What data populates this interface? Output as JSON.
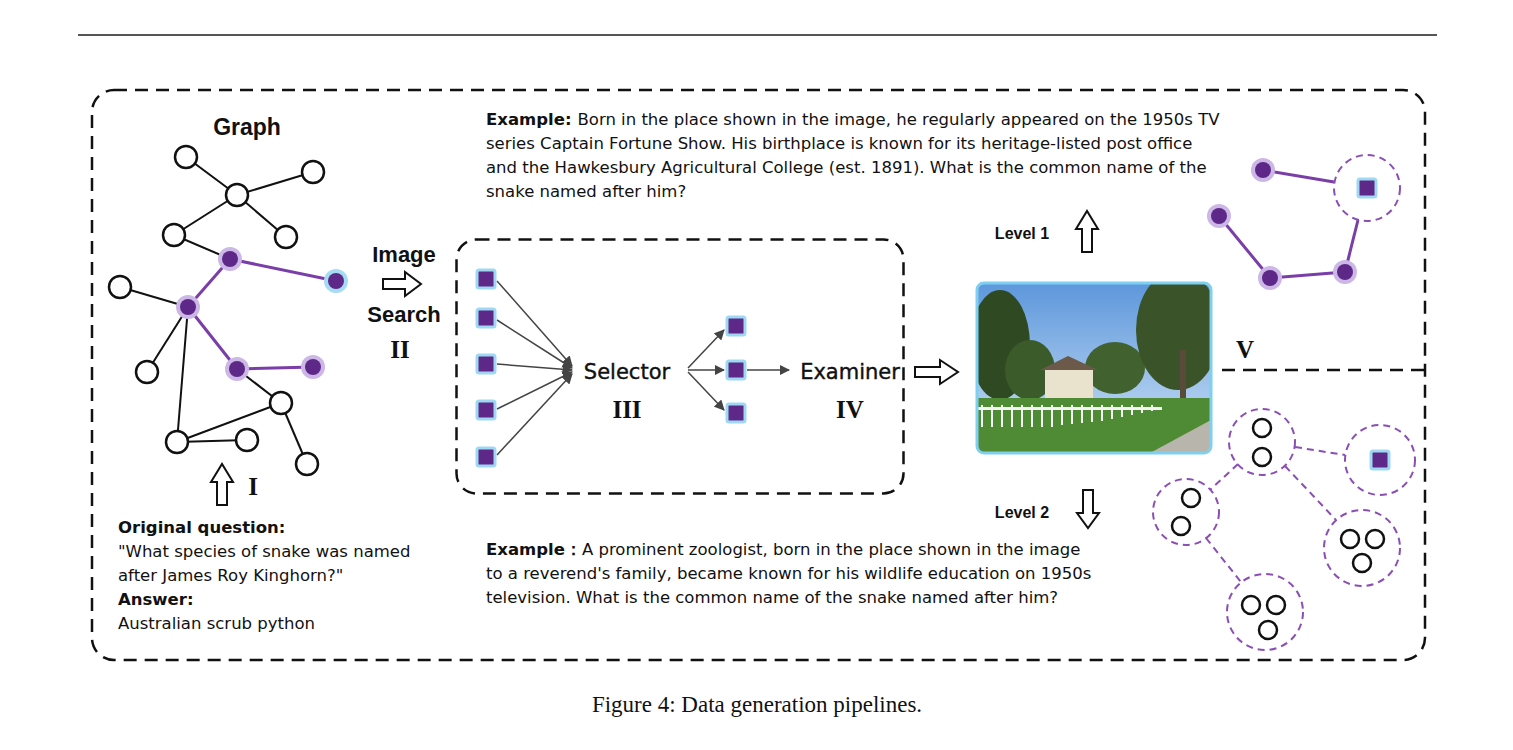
{
  "diagram": {
    "caption": "Figure 4: Data generation pipelines.",
    "nodes": [
      {
        "text": [
          "Selector",
          "III",
          "Examiner",
          "IV"
        ]
      }
    ],
    "labels": [
      "Graph",
      "I",
      "Original question:",
      "\"What species of snake was named after James Roy Kinghorn?\"",
      "Answer:",
      "Australian scrub python",
      "Image",
      "Search",
      "II",
      "Example:",
      "Born in the place shown in the image, he regularly appeared on the 1950s TV series Captain Fortune Show. His birthplace is known for its heritage-listed post office and the Hawkesbury Agricultural College (est. 1891). What is the common name of the snake named after him?",
      "Level 1",
      "V",
      "Level 2",
      "Example：",
      "A prominent zoologist, born in the place shown in the image to a reverend's family, became known for his wildlife education on 1950s television. What is the common name of the snake named after him?"
    ]
  }
}
